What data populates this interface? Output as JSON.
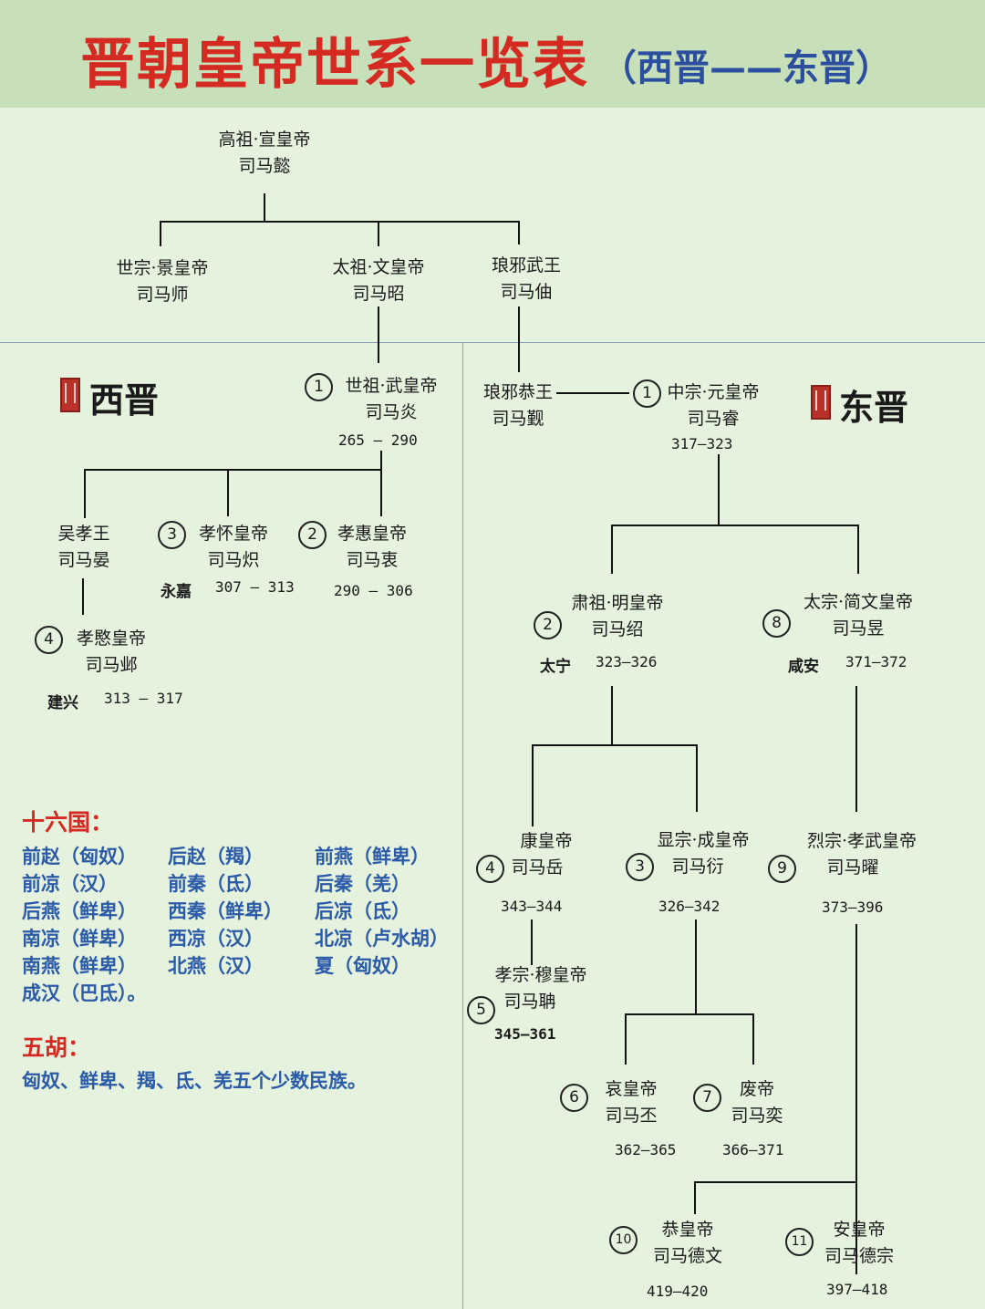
{
  "title": {
    "main": "晋朝皇帝世系一览表",
    "sub": "（西晋——东晋）"
  },
  "ancestors": {
    "gaozu": {
      "title": "高祖·宣皇帝",
      "name": "司马懿"
    },
    "shizong_jing": {
      "title": "世宗·景皇帝",
      "name": "司马师"
    },
    "taizu_wen": {
      "title": "太祖·文皇帝",
      "name": "司马昭"
    },
    "langya_wu": {
      "title": "琅邪武王",
      "name": "司马伷"
    }
  },
  "western_jin": {
    "label": "西晋",
    "emperors": {
      "wu": {
        "num": "1",
        "title": "世祖·武皇帝",
        "name": "司马炎",
        "years": "265 – 290"
      },
      "wuxiaowang": {
        "title": "吴孝王",
        "name": "司马晏"
      },
      "huai": {
        "num": "3",
        "title": "孝怀皇帝",
        "name": "司马炽",
        "era": "永嘉",
        "years": "307 – 313"
      },
      "hui": {
        "num": "2",
        "title": "孝惠皇帝",
        "name": "司马衷",
        "years": "290 – 306"
      },
      "min": {
        "num": "4",
        "title": "孝愍皇帝",
        "name": "司马邺",
        "era": "建兴",
        "years": "313 – 317"
      }
    }
  },
  "eastern_jin": {
    "label": "东晋",
    "emperors": {
      "langya_gong": {
        "title": "琅邪恭王",
        "name": "司马觐"
      },
      "yuan": {
        "num": "1",
        "title": "中宗·元皇帝",
        "name": "司马睿",
        "years": "317—323"
      },
      "ming": {
        "num": "2",
        "title": "肃祖·明皇帝",
        "name": "司马绍",
        "era": "太宁",
        "years": "323—326"
      },
      "jianwen": {
        "num": "8",
        "title": "太宗·简文皇帝",
        "name": "司马昱",
        "era": "咸安",
        "years": "371—372"
      },
      "kang": {
        "num": "4",
        "title": "康皇帝",
        "name": "司马岳",
        "years": "343—344"
      },
      "cheng": {
        "num": "3",
        "title": "显宗·成皇帝",
        "name": "司马衍",
        "years": "326—342"
      },
      "xiaowu": {
        "num": "9",
        "title": "烈宗·孝武皇帝",
        "name": "司马曜",
        "years": "373—396"
      },
      "mu": {
        "num": "5",
        "title": "孝宗·穆皇帝",
        "name": "司马聃",
        "years": "345—361"
      },
      "ai": {
        "num": "6",
        "title": "哀皇帝",
        "name": "司马丕",
        "years": "362—365"
      },
      "fei": {
        "num": "7",
        "title": "废帝",
        "name": "司马奕",
        "years": "366—371"
      },
      "gong": {
        "num": "10",
        "title": "恭皇帝",
        "name": "司马德文",
        "years": "419—420"
      },
      "an": {
        "num": "11",
        "title": "安皇帝",
        "name": "司马德宗",
        "years": "397—418"
      }
    }
  },
  "sixteen_kingdoms": {
    "heading": "十六国：",
    "rows": [
      [
        "前赵（匈奴）",
        "后赵（羯）",
        "前燕（鲜卑）"
      ],
      [
        "前凉（汉）",
        "前秦（氐）",
        "后秦（羌）"
      ],
      [
        "后燕（鲜卑）",
        "西秦（鲜卑）",
        "后凉（氐）"
      ],
      [
        "南凉（鲜卑）",
        "西凉（汉）",
        "北凉（卢水胡）"
      ],
      [
        "南燕（鲜卑）",
        "北燕（汉）",
        "夏（匈奴）"
      ],
      [
        "成汉（巴氐）。",
        "",
        ""
      ]
    ]
  },
  "five_hu": {
    "heading": "五胡：",
    "text": "匈奴、鲜卑、羯、氐、羌五个少数民族。"
  },
  "colors": {
    "title_red": "#d52a22",
    "subtitle_blue": "#2b4f9e",
    "header_bg": "#c7e0b9",
    "body_bg": "#e4f2de"
  }
}
